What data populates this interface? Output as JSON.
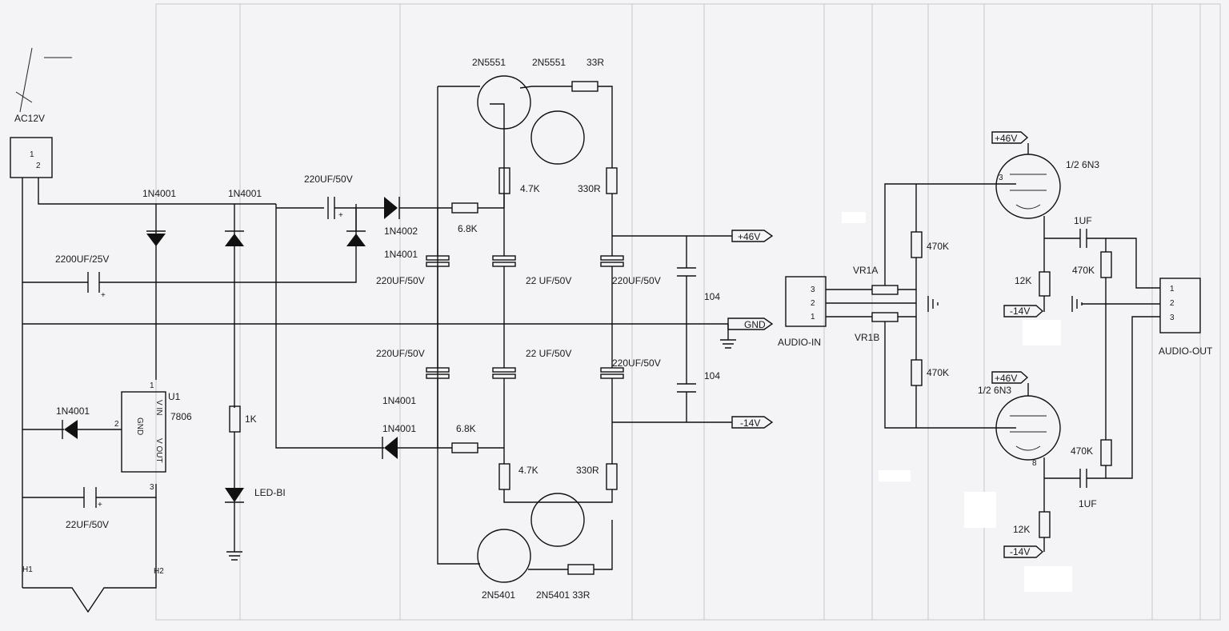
{
  "labels": {
    "ac": "AC12V",
    "t_pin1": "1",
    "t_pin2": "2",
    "d1": "1N4001",
    "d2": "1N4001",
    "d3": "1N4001",
    "d4": "1N4001",
    "d5": "1N4001",
    "d_top": "1N4002",
    "c_main": "2200UF/25V",
    "c_pump": "220UF/50V",
    "c_out": "22UF/50V",
    "reg_name": "U1",
    "reg_part": "7806",
    "reg_vin": "V IN",
    "reg_gnd": "GND",
    "reg_vout": "V OUT",
    "reg_pin1": "1",
    "reg_pin2": "2",
    "reg_pin3": "3",
    "r_led": "1K",
    "led": "LED-BI",
    "h1": "H1",
    "h2": "H2",
    "q_top_a": "2N5551",
    "q_top_b": "2N5551",
    "r_33_top": "33R",
    "r_47_top": "4.7K",
    "r_330_top": "330R",
    "r_68_top": "6.8K",
    "c_220_a": "220UF/50V",
    "c_22_a": "22 UF/50V",
    "c_220_b": "220UF/50V",
    "c_220_c": "220UF/50V",
    "c_22_b": "22 UF/50V",
    "c_220_d": "220UF/50V",
    "r_68_bot": "6.8K",
    "r_47_bot": "4.7K",
    "r_330_bot": "330R",
    "q_bot_a": "2N5401",
    "q_bot_b": "2N5401 33R",
    "c104_a": "104",
    "c104_b": "104",
    "rail_p46": "+46V",
    "rail_gnd": "GND",
    "rail_m14": "-14V",
    "audio_in": "AUDIO-IN",
    "in_pin3": "3",
    "in_pin2": "2",
    "in_pin1": "1",
    "vr1a": "VR1A",
    "vr1b": "VR1B",
    "r470_a": "470K",
    "r470_b": "470K",
    "r470_c": "470K",
    "r470_d": "470K",
    "tube_a": "1/2 6N3",
    "tube_b": "1/2 6N3",
    "tube_a_pin": "3",
    "tube_b_pin": "8",
    "plus46_a": "+46V",
    "plus46_b": "+46V",
    "minus14_a": "-14V",
    "minus14_b": "-14V",
    "r12k_a": "12K",
    "r12k_b": "12K",
    "c1uf_a": "1UF",
    "c1uf_b": "1UF",
    "audio_out": "AUDIO-OUT",
    "out_pin1": "1",
    "out_pin2": "2",
    "out_pin3": "3"
  }
}
